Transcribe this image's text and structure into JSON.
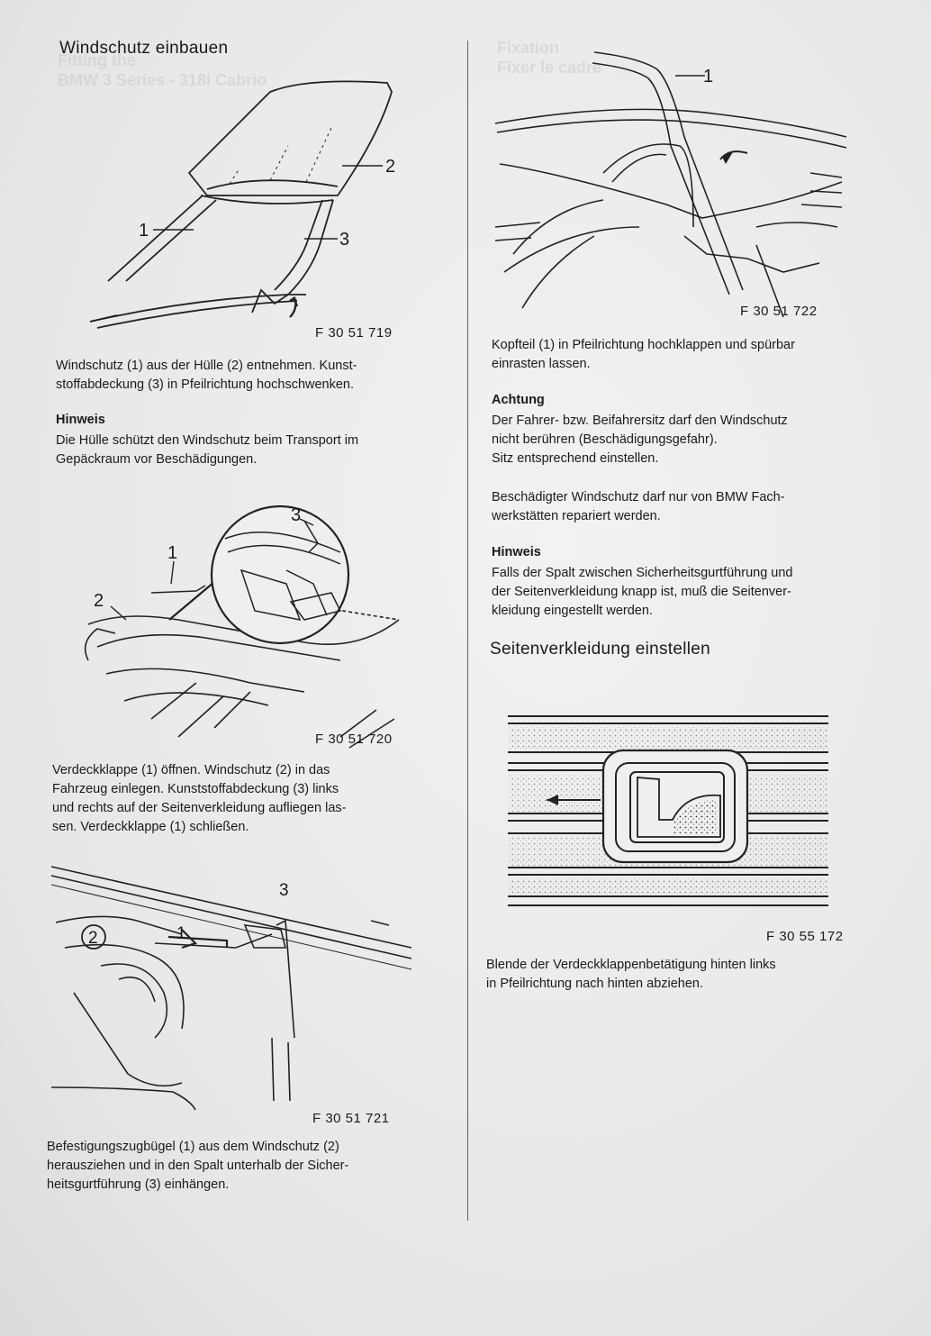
{
  "left": {
    "title": "Windschutz einbauen",
    "fig1_code": "F 30 51 719",
    "fig1_callouts": [
      "1",
      "2",
      "3"
    ],
    "p1_line1": "Windschutz (1) aus der Hülle (2) entnehmen. Kunst-",
    "p1_line2": "stoffabdeckung (3) in Pfeilrichtung hochschwenken.",
    "hinweis_label": "Hinweis",
    "hinweis_line1": "Die Hülle schützt den Windschutz beim Transport im",
    "hinweis_line2": "Gepäckraum vor Beschädigungen.",
    "fig2_code": "F 30 51 720",
    "fig2_callouts": [
      "1",
      "2",
      "3"
    ],
    "p2_line1": "Verdeckklappe (1) öffnen. Windschutz (2) in das",
    "p2_line2": "Fahrzeug einlegen. Kunststoffabdeckung (3) links",
    "p2_line3": "und rechts auf der Seitenverkleidung aufliegen las-",
    "p2_line4": "sen. Verdeckklappe (1) schließen.",
    "fig3_code": "F 30 51 721",
    "fig3_callouts": [
      "2",
      "1",
      "3"
    ],
    "p3_line1": "Befestigungszugbügel (1) aus dem Windschutz (2)",
    "p3_line2": "herausziehen und in den Spalt unterhalb der Sicher-",
    "p3_line3": "heitsgurtführung (3) einhängen."
  },
  "right": {
    "fig4_code": "F 30 51 722",
    "fig4_callouts": [
      "1"
    ],
    "p1_line1": "Kopfteil (1) in Pfeilrichtung hochklappen und spürbar",
    "p1_line2": "einrasten lassen.",
    "achtung_label": "Achtung",
    "achtung_line1": "Der Fahrer- bzw. Beifahrersitz darf den Windschutz",
    "achtung_line2": "nicht berühren (Beschädigungsgefahr).",
    "achtung_line3": "Sitz entsprechend einstellen.",
    "p2_line1": "Beschädigter Windschutz darf nur von BMW Fach-",
    "p2_line2": "werkstätten repariert werden.",
    "hinweis_label": "Hinweis",
    "hinweis_line1": "Falls der Spalt zwischen Sicherheitsgurtführung und",
    "hinweis_line2": "der Seitenverkleidung knapp ist, muß die Seitenver-",
    "hinweis_line3": "kleidung eingestellt werden.",
    "section_title": "Seitenverkleidung einstellen",
    "fig5_code": "F 30 55 172",
    "p3_line1": "Blende der Verdeckklappenbetätigung hinten links",
    "p3_line2": "in Pfeilrichtung nach hinten abziehen."
  },
  "ghost_text": {
    "line1": "Fitting the",
    "line2": "BMW 3 Series - 318i Cabrio",
    "line3": "Fixation",
    "line4": "Fixer le cadre"
  },
  "colors": {
    "paper": "#ecedec",
    "ink": "#1a1a1a",
    "ghost": "#c9ccca"
  }
}
